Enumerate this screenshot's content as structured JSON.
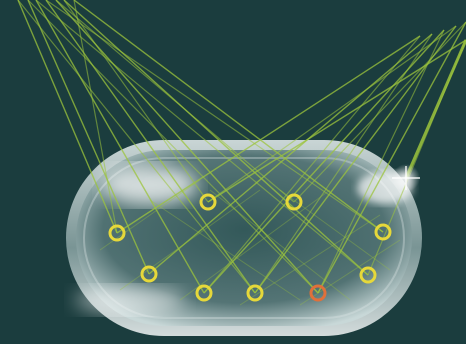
{
  "colors": {
    "background": "#1b3d3e",
    "beam": "#9cc43c",
    "ring_default": "#e6d83a",
    "ring_highlight": "#e0703a",
    "capsule_glass": "#d8e6e6"
  },
  "icons": {
    "ring": "circle-outline-icon",
    "sparkle": "sparkle-icon"
  },
  "rings": [
    {
      "id": "ring-1",
      "color": "ring_default"
    },
    {
      "id": "ring-2",
      "color": "ring_default"
    },
    {
      "id": "ring-3",
      "color": "ring_default"
    },
    {
      "id": "ring-4",
      "color": "ring_default"
    },
    {
      "id": "ring-5",
      "color": "ring_default"
    },
    {
      "id": "ring-6",
      "color": "ring_default"
    },
    {
      "id": "ring-7",
      "color": "ring_default"
    },
    {
      "id": "ring-8",
      "color": "ring_highlight"
    },
    {
      "id": "ring-9",
      "color": "ring_default"
    },
    {
      "id": "ring-10",
      "color": "ring_default"
    }
  ]
}
